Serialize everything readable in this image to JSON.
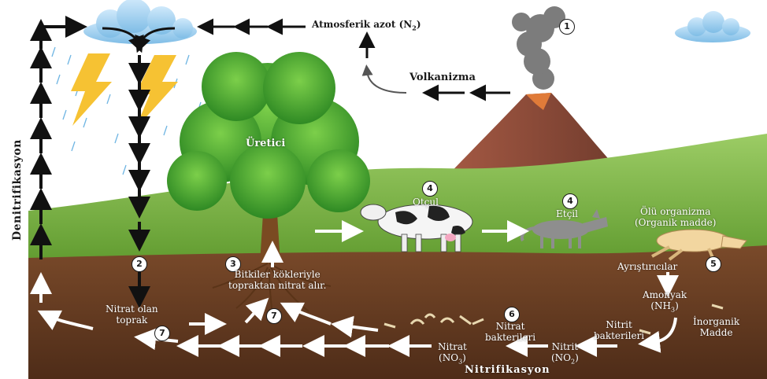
{
  "labels": {
    "atmospheric_nitrogen": "Atmosferik azot (N",
    "atmospheric_nitrogen_sub": "2",
    "volcanism": "Volkanizma",
    "producer": "Üretici",
    "herbivore": "Otçul",
    "carnivore": "Etçil",
    "dead_organism_line1": "Ölü organizma",
    "dead_organism_line2": "(Organik madde)",
    "decomposers": "Ayrıştırıcılar",
    "ammonia_line1": "Amonyak",
    "ammonia_line2": "(NH",
    "ammonia_sub": "3",
    "inorganic_line1": "İnorganik",
    "inorganic_line2": "Madde",
    "nitrite_bacteria_line1": "Nitrit",
    "nitrite_bacteria_line2": "bakterileri",
    "nitrite_line1": "Nitrit",
    "nitrite_line2": "(NO",
    "nitrite_sub": "2",
    "nitrate_bacteria_line1": "Nitrat",
    "nitrate_bacteria_line2": "bakterileri",
    "nitrate_line1": "Nitrat",
    "nitrate_line2": "(NO",
    "nitrate_sub": "3",
    "nitrate_soil_line1": "Nitrat olan",
    "nitrate_soil_line2": "toprak",
    "roots_line1": "Bitkiler kökleriyle",
    "roots_line2": "topraktan nitrat alır.",
    "nitrification": "Nitrifikasyon",
    "denitrification": "Denitrifikasyon"
  },
  "steps": {
    "volcano": "1",
    "lightning": "2",
    "producer": "3",
    "herbivore": "4",
    "carnivore": "4",
    "decomposition": "5",
    "nitrate_bacteria": "6",
    "uptake": "7",
    "soil": "7"
  },
  "colors": {
    "sky": "#ffffff",
    "grass": "#7cb342",
    "soil": "#6d3f24",
    "cloud": "#9fd0f0",
    "lightning": "#f6c233",
    "volcano": "#8a4b3a",
    "smoke": "#6e6e6e"
  }
}
